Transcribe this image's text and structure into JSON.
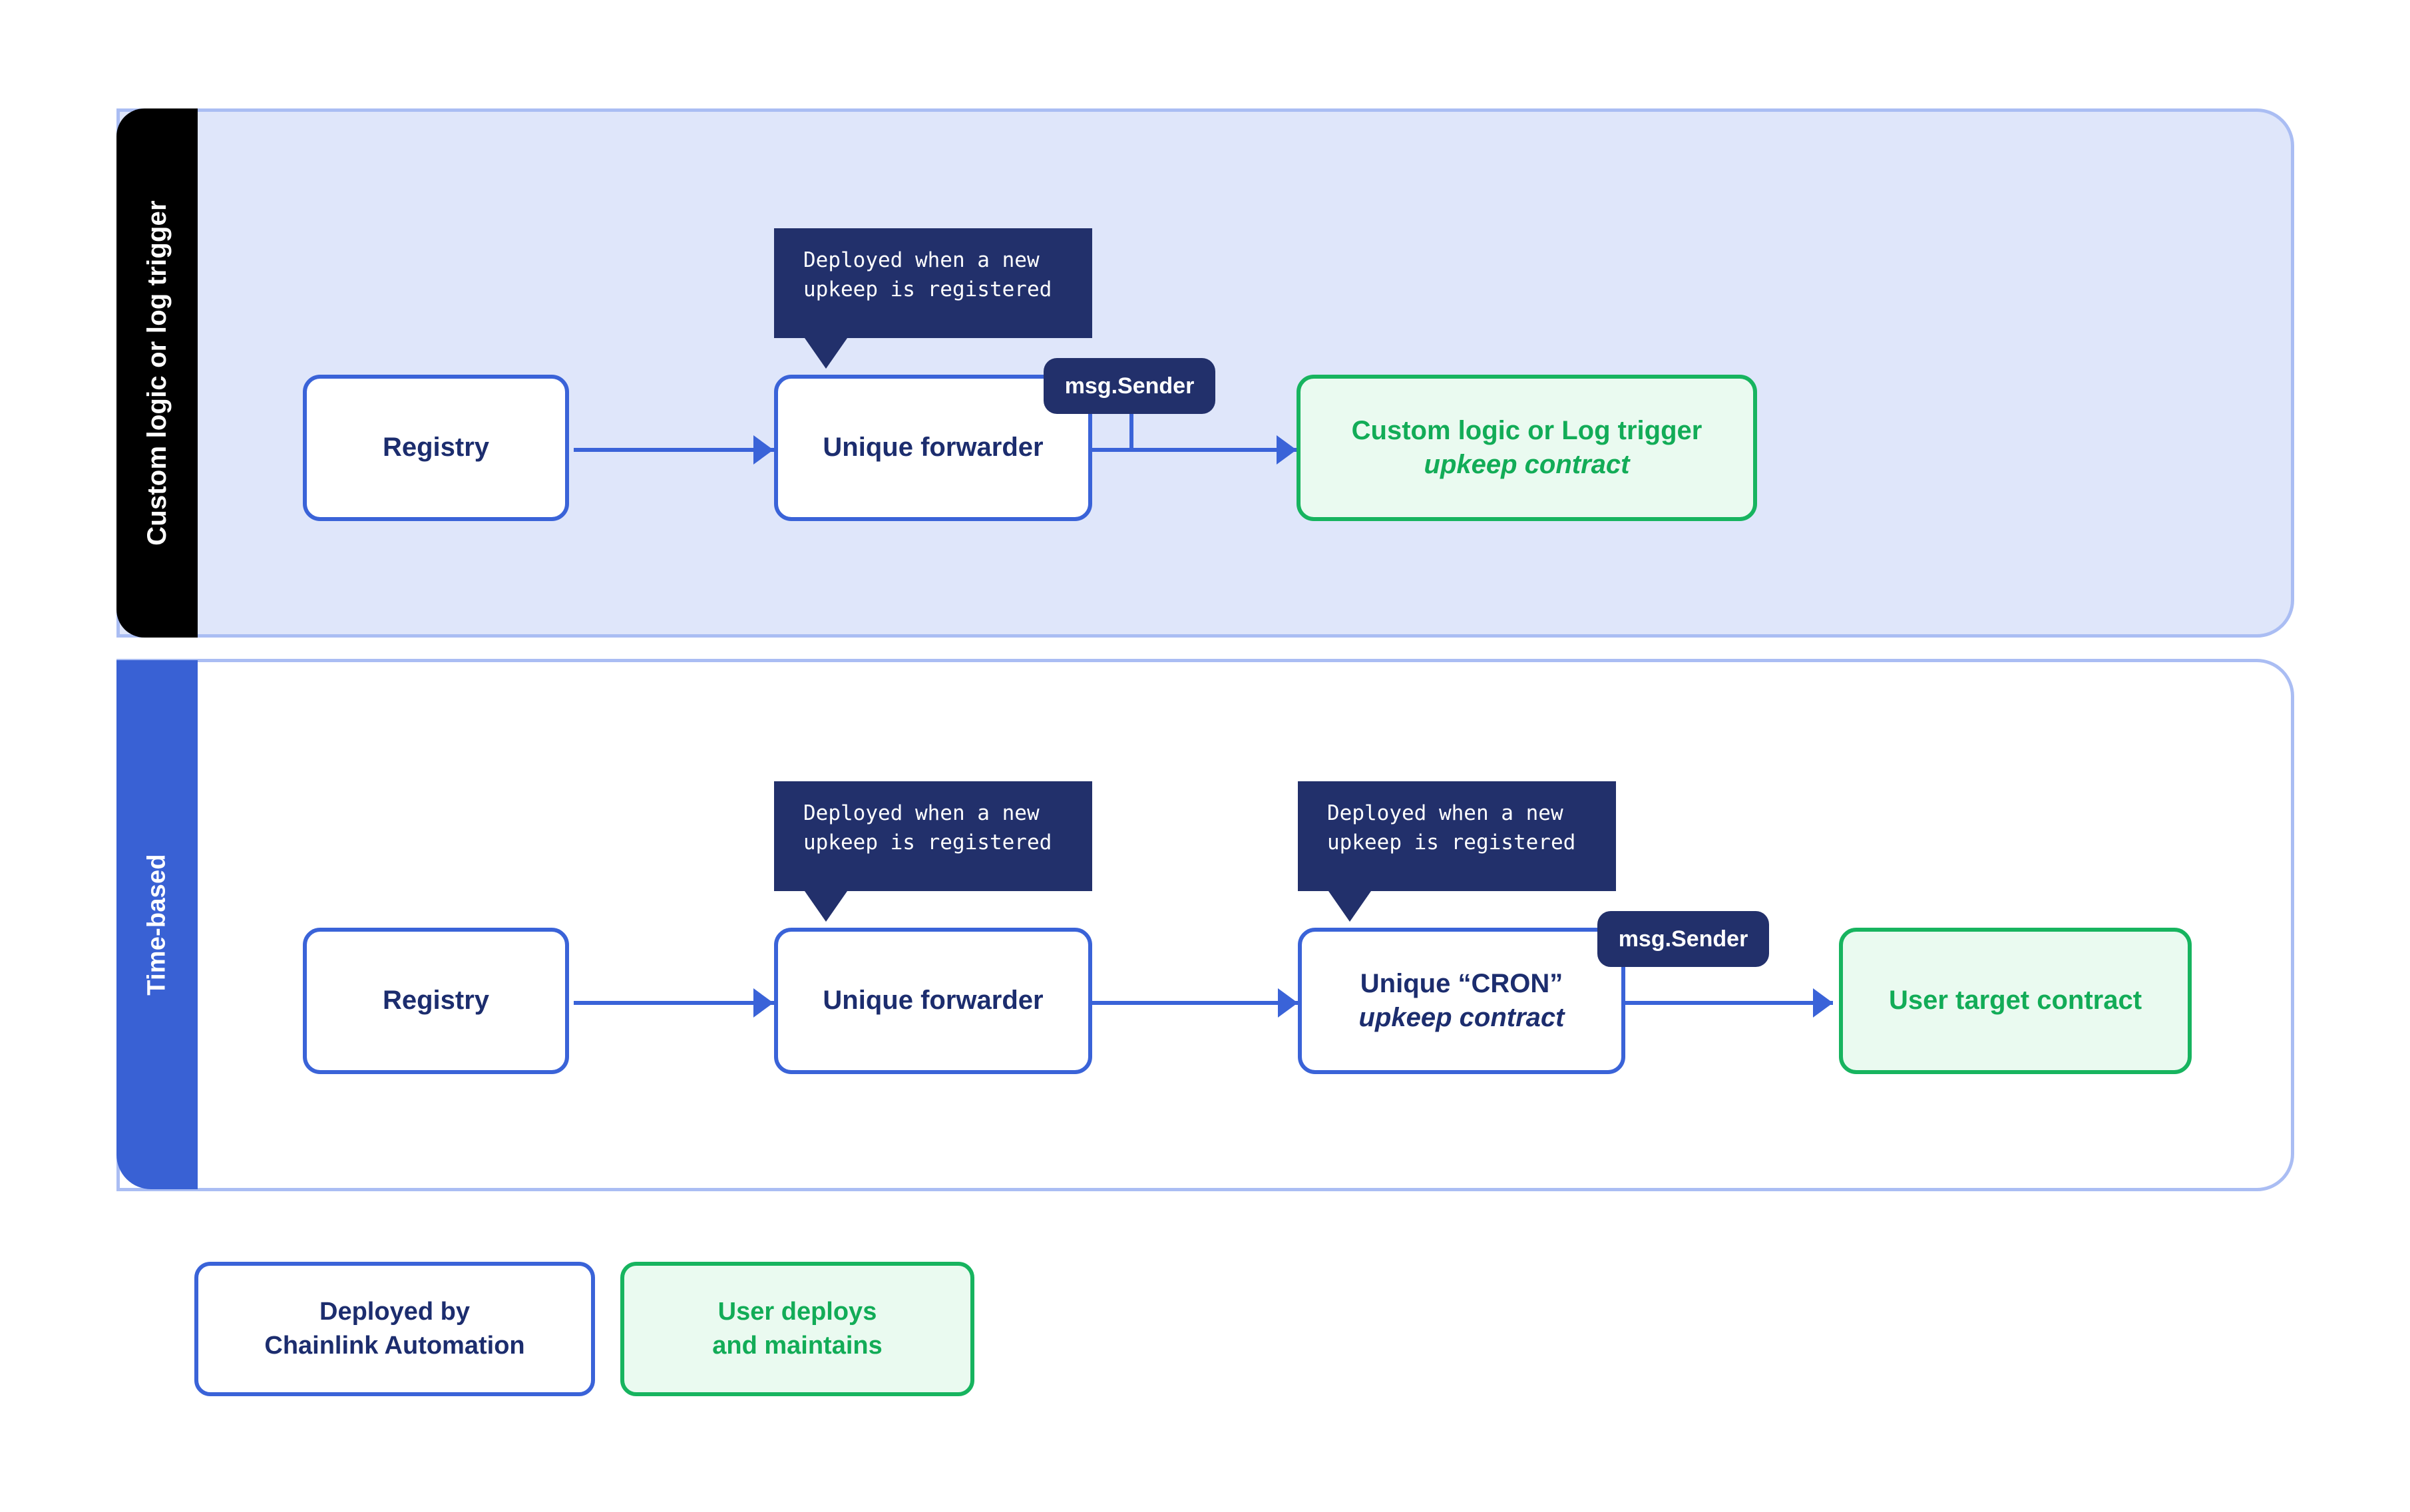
{
  "panels": [
    {
      "id": "custom",
      "tab_label": "Custom logic or log trigger",
      "tab_color": "#000000",
      "background": "#dfe6fa",
      "nodes": [
        {
          "label": "Registry",
          "type": "blue"
        },
        {
          "label": "Unique forwarder",
          "type": "blue"
        },
        {
          "label_line1": "Custom logic or Log trigger",
          "label_line2": "upkeep contract",
          "type": "green"
        }
      ],
      "callouts": [
        {
          "line1": "Deployed when a new",
          "line2": "upkeep is registered"
        }
      ],
      "pills": [
        {
          "label": "msg.Sender"
        }
      ]
    },
    {
      "id": "time",
      "tab_label": "Time-based",
      "tab_color": "#3961d4",
      "background": "#ffffff",
      "nodes": [
        {
          "label": "Registry",
          "type": "blue"
        },
        {
          "label": "Unique forwarder",
          "type": "blue"
        },
        {
          "label_line1": "Unique “CRON”",
          "label_line2": "upkeep contract",
          "type": "blue"
        },
        {
          "label": "User target contract",
          "type": "green"
        }
      ],
      "callouts": [
        {
          "line1": "Deployed when a new",
          "line2": "upkeep is registered"
        },
        {
          "line1": "Deployed when a new",
          "line2": "upkeep is registered"
        }
      ],
      "pills": [
        {
          "label": "msg.Sender"
        }
      ]
    }
  ],
  "legend": [
    {
      "id": "deployed",
      "line1": "Deployed by",
      "line2": "Chainlink Automation",
      "type": "blue"
    },
    {
      "id": "user",
      "line1": "User deploys",
      "line2": "and maintains",
      "type": "green"
    }
  ],
  "colors": {
    "panel_border": "#aabdf3",
    "panel_custom_fill": "#dfe6fa",
    "tab_custom": "#000000",
    "tab_time": "#3961d4",
    "box_blue_border": "#3a63d8",
    "box_blue_text": "#1c2d6e",
    "box_green_border": "#17b45f",
    "box_green_fill": "#eafaf0",
    "box_green_text": "#12ac57",
    "callout_fill": "#22306b",
    "arrow": "#3a63d8"
  }
}
